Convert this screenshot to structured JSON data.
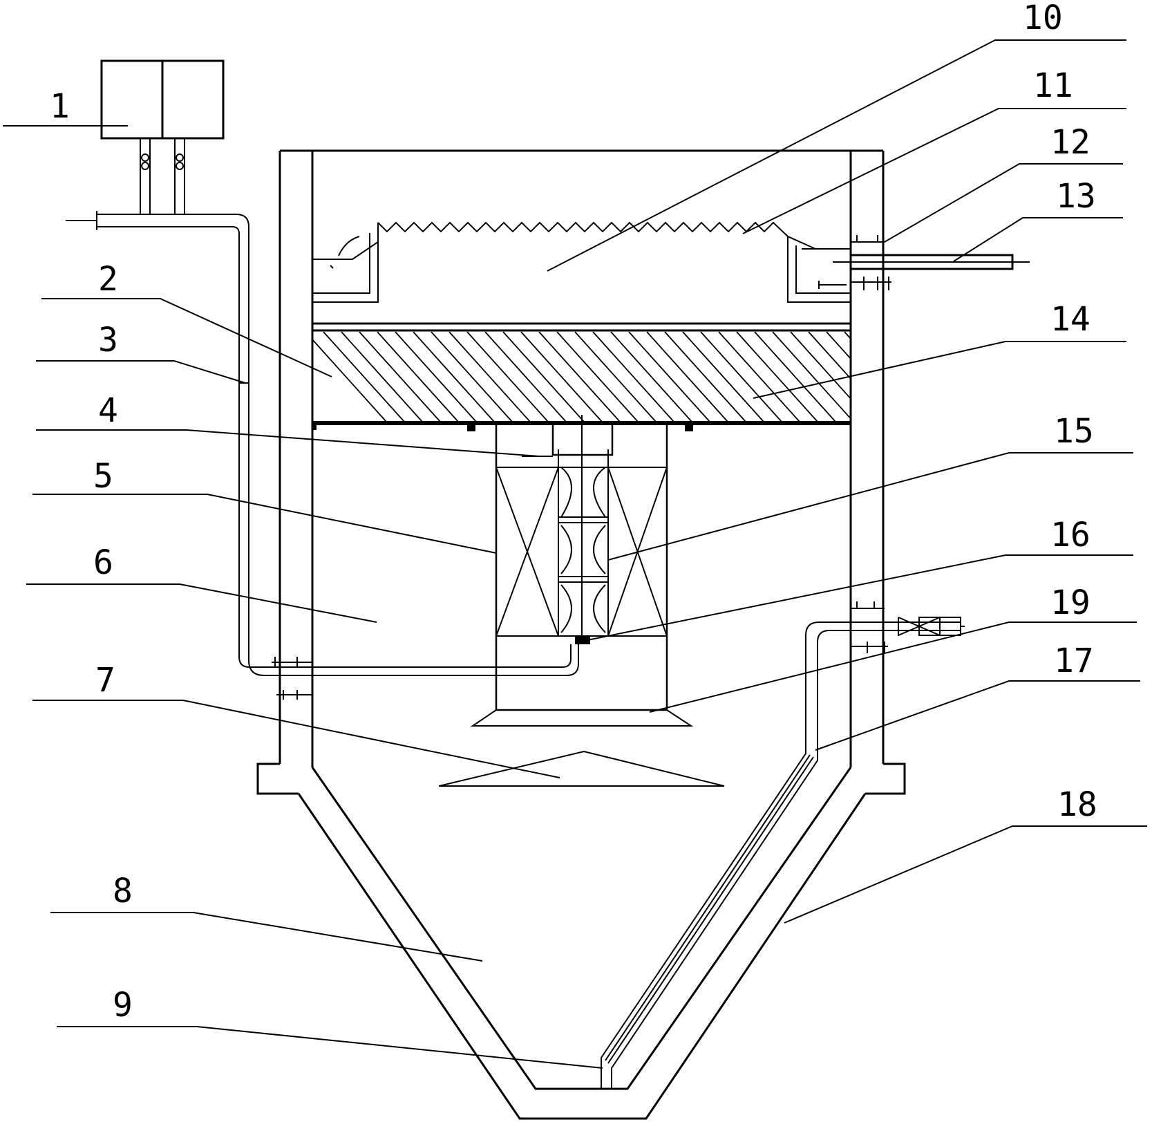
{
  "labels": [
    "1",
    "2",
    "3",
    "4",
    "5",
    "6",
    "7",
    "8",
    "9",
    "10",
    "11",
    "12",
    "13",
    "14",
    "15",
    "16",
    "17",
    "18",
    "19"
  ],
  "colors": {
    "stroke": "#000000",
    "background": "#ffffff"
  }
}
